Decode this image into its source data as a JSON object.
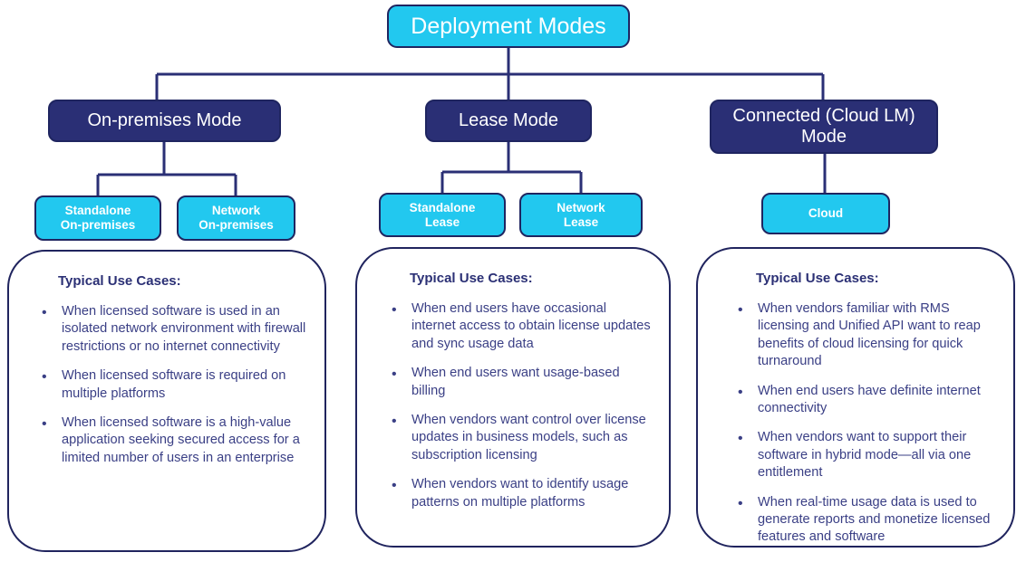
{
  "diagram": {
    "title": "Deployment Modes",
    "colors": {
      "cyan": "#22c8ef",
      "navy": "#2a2f75",
      "outline": "#1f2560",
      "body_text": "#3a3f85",
      "white": "#ffffff"
    },
    "root": {
      "label": "Deployment Modes"
    },
    "branches": [
      {
        "id": "on-premises",
        "label": "On-premises Mode",
        "children": [
          {
            "label": "Standalone\nOn-premises",
            "line1": "Standalone",
            "line2": "On-premises"
          },
          {
            "label": "Network\nOn-premises",
            "line1": "Network",
            "line2": "On-premises"
          }
        ],
        "panel": {
          "title": "Typical Use Cases:",
          "bullet_glyph": "•",
          "bullets": [
            "When licensed software is used in an isolated network environment with firewall restrictions or no internet connectivity",
            "When licensed software is required on multiple platforms",
            "When licensed software is a high-value application seeking secured access for a limited number of users in an enterprise"
          ]
        }
      },
      {
        "id": "lease",
        "label": "Lease Mode",
        "children": [
          {
            "label": "Standalone\nLease",
            "line1": "Standalone",
            "line2": "Lease"
          },
          {
            "label": "Network\nLease",
            "line1": "Network",
            "line2": "Lease"
          }
        ],
        "panel": {
          "title": "Typical Use Cases:",
          "bullet_glyph": "•",
          "bullets": [
            "When end users have occasional internet access to obtain license updates and sync usage data",
            "When end users want usage-based billing",
            "When vendors want control over license updates in business models, such as subscription licensing",
            "When vendors want to identify usage patterns on multiple platforms"
          ]
        }
      },
      {
        "id": "connected-cloud-lm",
        "label": "Connected (Cloud LM) Mode",
        "label_line1": "Connected (Cloud LM)",
        "label_line2": "Mode",
        "children": [
          {
            "label": "Cloud",
            "line1": "Cloud",
            "line2": ""
          }
        ],
        "panel": {
          "title": "Typical Use Cases:",
          "bullet_glyph": "•",
          "bullets": [
            "When vendors familiar with RMS licensing and Unified API want to reap benefits of cloud licensing for quick turnaround",
            "When end users have definite internet connectivity",
            "When vendors want to support their software in hybrid mode—all via one entitlement",
            "When real-time usage data is used to generate reports and monetize licensed features and software"
          ]
        }
      }
    ]
  }
}
